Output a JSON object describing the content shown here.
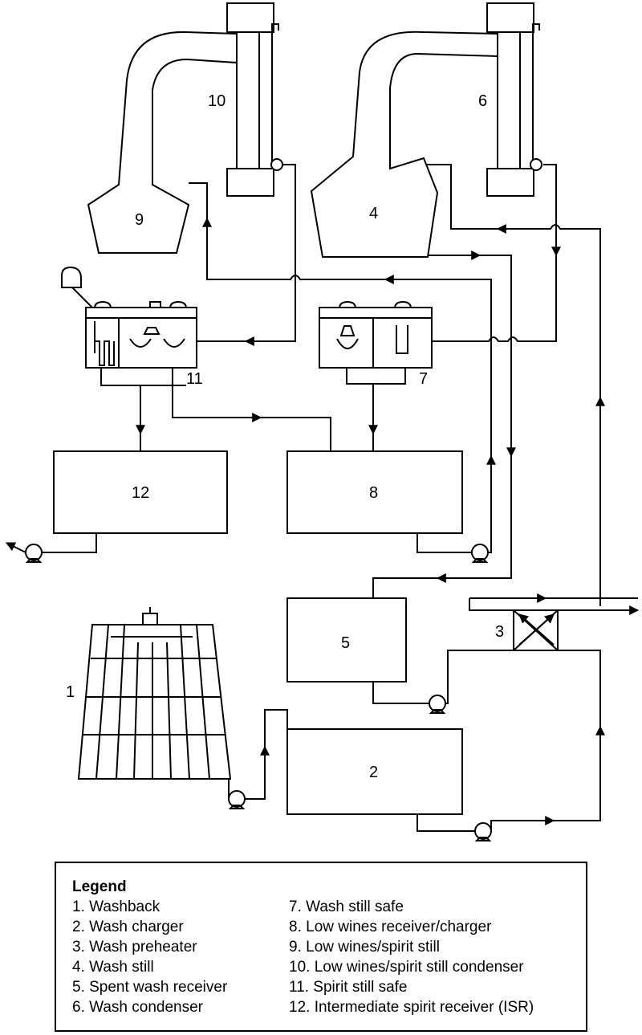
{
  "labels": {
    "washback": "1",
    "wash_charger": "2",
    "wash_preheater": "3",
    "wash_still": "4",
    "spent_wash_receiver": "5",
    "wash_condenser": "6",
    "wash_still_safe": "7",
    "low_wines_receiver": "8",
    "spirit_still": "9",
    "spirit_still_condenser": "10",
    "spirit_still_safe": "11",
    "intermediate_spirit_receiver": "12"
  },
  "legend": {
    "title": "Legend",
    "left": [
      "1. Washback",
      "2. Wash charger",
      "3. Wash preheater",
      "4. Wash still",
      "5. Spent wash receiver",
      "6. Wash condenser"
    ],
    "right": [
      "7. Wash still safe",
      "8. Low wines receiver/charger",
      "9. Low wines/spirit still",
      "10. Low wines/spirit still condenser",
      "11. Spirit still safe",
      "12. Intermediate spirit receiver (ISR)"
    ]
  },
  "colors": {
    "line": "#000000",
    "background": "#ffffff"
  }
}
